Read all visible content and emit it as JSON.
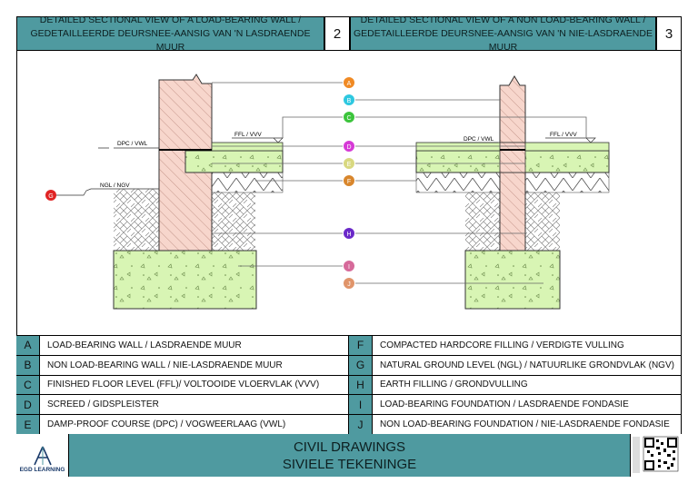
{
  "panels": [
    {
      "title_line1": "DETAILED SECTIONAL VIEW OF A LOAD-BEARING WALL /",
      "title_line2": "GEDETAILLEERDE DEURSNEE-AANSIG VAN 'N LASDRAENDE MUUR",
      "number": "2"
    },
    {
      "title_line1": "DETAILED SECTIONAL VIEW OF A NON LOAD-BEARING WALL /",
      "title_line2": "GEDETAILLEERDE DEURSNEE-AANSIG VAN 'N NIE-LASDRAENDE MUUR",
      "number": "3"
    }
  ],
  "drawing_labels": {
    "dpc_left": "DPC / VWL",
    "ffl_left": "FFL / VVV",
    "ngl_left": "NGL / NGV",
    "dpc_right": "DPC / VWL",
    "ffl_right": "FFL / VVV"
  },
  "markers": [
    {
      "key": "A",
      "color": "#f08a24"
    },
    {
      "key": "B",
      "color": "#2ec8e0"
    },
    {
      "key": "C",
      "color": "#3cc43c"
    },
    {
      "key": "D",
      "color": "#d63ad6"
    },
    {
      "key": "E",
      "color": "#d8d880"
    },
    {
      "key": "F",
      "color": "#d8862c"
    },
    {
      "key": "G",
      "color": "#e02424"
    },
    {
      "key": "H",
      "color": "#6a28c8"
    },
    {
      "key": "I",
      "color": "#d66a9a"
    },
    {
      "key": "J",
      "color": "#e0946a"
    }
  ],
  "legend": [
    {
      "key": "A",
      "text": "LOAD-BEARING WALL / LASDRAENDE MUUR"
    },
    {
      "key": "B",
      "text": "NON LOAD-BEARING WALL / NIE-LASDRAENDE MUUR"
    },
    {
      "key": "C",
      "text": "FINISHED FLOOR LEVEL (FFL)/ VOLTOOIDE VLOERVLAK (VVV)"
    },
    {
      "key": "D",
      "text": "SCREED / GIDSPLEISTER"
    },
    {
      "key": "E",
      "text": "DAMP-PROOF COURSE (DPC) / VOGWEERLAAG (VWL)"
    },
    {
      "key": "F",
      "text": "COMPACTED HARDCORE FILLING / VERDIGTE VULLING"
    },
    {
      "key": "G",
      "text": "NATURAL GROUND LEVEL (NGL) / NATUURLIKE GRONDVLAK (NGV)"
    },
    {
      "key": "H",
      "text": "EARTH FILLING / GRONDVULLING"
    },
    {
      "key": "I",
      "text": "LOAD-BEARING FOUNDATION / LASDRAENDE FONDASIE"
    },
    {
      "key": "J",
      "text": "NON LOAD-BEARING FOUNDATION / NIE-LASDRAENDE FONDASIE"
    }
  ],
  "footer": {
    "title_line1": "CIVIL DRAWINGS",
    "title_line2": "SIVIELE TEKENINGE",
    "logo_text": "EGD LEARNING"
  },
  "colors": {
    "header_teal": "#4f9aa0",
    "wall_pink": "#f7d6cc",
    "concrete_green": "#d8f5b4"
  }
}
